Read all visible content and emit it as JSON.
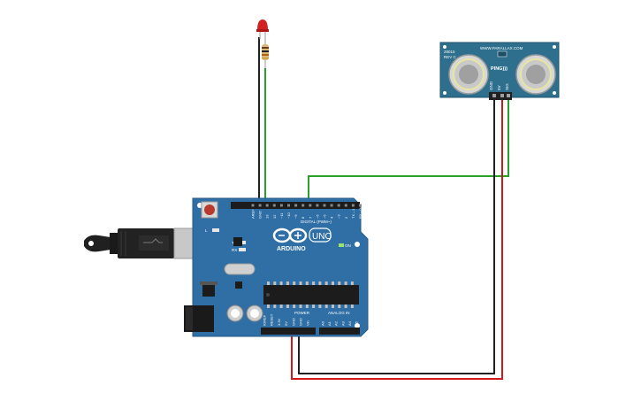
{
  "arduino": {
    "brand": "ARDUINO",
    "model": "UNO",
    "digital_header": "DIGITAL (PWM~)",
    "analog_header": "ANALOG IN",
    "power_header": "POWER",
    "on_label": "ON",
    "led_l": "L",
    "led_tx": "TX",
    "led_rx": "RX",
    "digital_pins": [
      "AREF",
      "GND",
      "13",
      "12",
      "~11",
      "~10",
      "~9",
      "8",
      "7",
      "~6",
      "~5",
      "4",
      "~3",
      "2",
      "TX→1",
      "RX←0"
    ],
    "power_pins": [
      "IOREF",
      "RESET",
      "3.3V",
      "5V",
      "GND",
      "GND",
      "Vin"
    ],
    "analog_pins": [
      "A0",
      "A1",
      "A2",
      "A3",
      "A4",
      "A5"
    ],
    "board_color": "#2f6fa5"
  },
  "sensor": {
    "name": "PING)))",
    "model_line1": "28015",
    "model_line2": "REV C",
    "website": "WWW.PARALLAX.COM",
    "pins": [
      "GND",
      "5V",
      "SIG"
    ],
    "board_color": "#2d6f8c"
  },
  "wire_colors": {
    "green": "#2aa02a",
    "red": "#d01818",
    "black": "#202020"
  },
  "led_color": "#d32020",
  "icons": [
    "usb-cable-icon",
    "led-icon",
    "resistor-icon",
    "chip-icon",
    "capacitor-icon"
  ]
}
